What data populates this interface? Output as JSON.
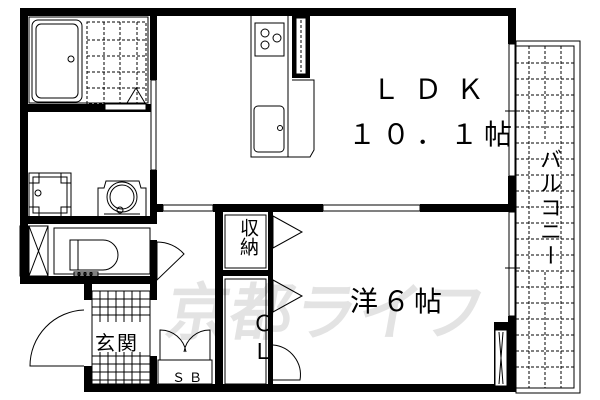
{
  "floorplan": {
    "watermark": "京都ライフ",
    "rooms": {
      "ldk": {
        "name": "ＬＤＫ",
        "size": "１０．１帖"
      },
      "western_room": {
        "name": "洋６帖"
      },
      "balcony": {
        "name": "バルコニー"
      },
      "storage": {
        "name": "収納"
      },
      "closet": {
        "name": "ＣＬ"
      },
      "entrance": {
        "name": "玄関"
      },
      "shoe_box": {
        "name": "ＳＢ"
      }
    },
    "colors": {
      "wall": "#000000",
      "background": "#ffffff",
      "watermark": "#e3e3e3"
    }
  }
}
